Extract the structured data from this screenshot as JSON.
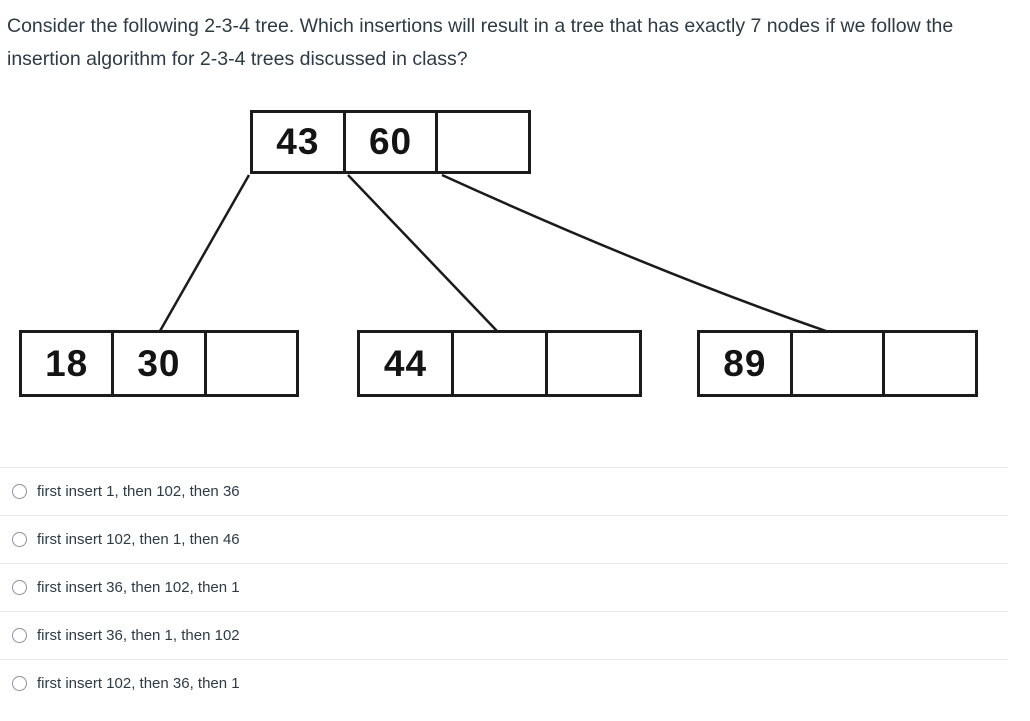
{
  "question": {
    "text": "Consider the following 2-3-4 tree. Which insertions will result in a tree that has exactly 7 nodes if we follow the insertion algorithm for 2-3-4 trees discussed in class?"
  },
  "tree": {
    "root": {
      "keys": [
        "43",
        "60",
        ""
      ]
    },
    "leaves": [
      {
        "keys": [
          "18",
          "30",
          ""
        ]
      },
      {
        "keys": [
          "44",
          "",
          ""
        ]
      },
      {
        "keys": [
          "89",
          "",
          ""
        ]
      }
    ]
  },
  "options": [
    {
      "label": "first insert 1, then 102, then 36"
    },
    {
      "label": "first insert 102, then 1, then 46"
    },
    {
      "label": "first insert 36, then 102, then 1"
    },
    {
      "label": "first insert 36, then 1, then 102"
    },
    {
      "label": "first insert 102, then 36, then 1"
    }
  ],
  "colors": {
    "text": "#2d3b45",
    "node_border": "#1b1b1b",
    "divider": "#e8e8e8",
    "radio_border": "#8d9297"
  }
}
